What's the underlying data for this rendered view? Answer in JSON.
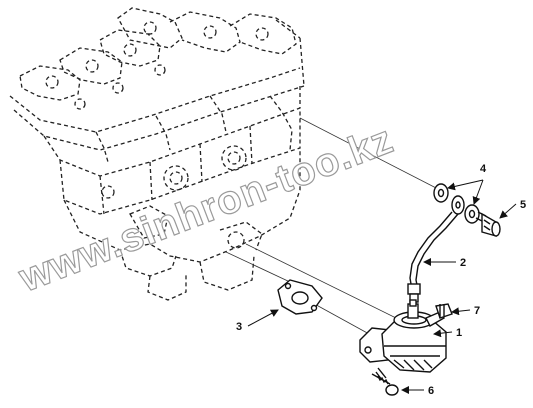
{
  "callouts": [
    "1",
    "2",
    "3",
    "4",
    "5",
    "6",
    "7"
  ],
  "watermark": "www.sinhron-too.kz"
}
